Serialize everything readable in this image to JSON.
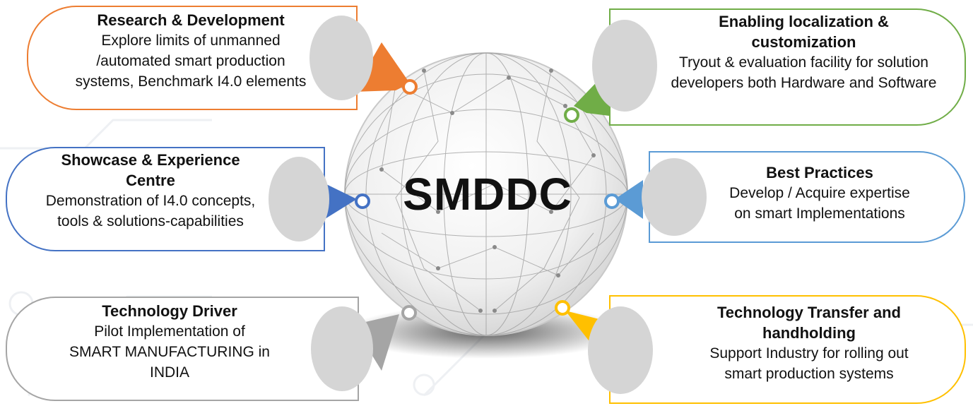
{
  "center_label": "SMDDC",
  "cards": [
    {
      "id": "rd",
      "title": "Research & Development",
      "lines": [
        "Explore limits of unmanned",
        "/automated  smart production",
        "systems, Benchmark I4.0 elements"
      ],
      "color": "#ED7D31"
    },
    {
      "id": "loc",
      "title_lines": [
        "Enabling localization &",
        "customization"
      ],
      "lines": [
        "Tryout  & evaluation facility for solution",
        "developers both Hardware and Software"
      ],
      "color": "#70AD47"
    },
    {
      "id": "show",
      "title_lines": [
        "Showcase & Experience",
        "Centre"
      ],
      "lines": [
        "Demonstration of I4.0 concepts,",
        "tools & solutions-capabilities"
      ],
      "color": "#4472C4"
    },
    {
      "id": "best",
      "title": "Best Practices",
      "lines": [
        "Develop / Acquire expertise",
        "on smart Implementations"
      ],
      "color": "#5B9BD5"
    },
    {
      "id": "tech",
      "title": "Technology Driver",
      "lines": [
        "Pilot Implementation of",
        "SMART MANUFACTURING in",
        "INDIA"
      ],
      "color": "#A5A5A5"
    },
    {
      "id": "transfer",
      "title_lines": [
        "Technology Transfer and",
        "handholding"
      ],
      "lines": [
        "Support Industry for rolling out",
        "smart production systems"
      ],
      "color": "#FFC000"
    }
  ]
}
